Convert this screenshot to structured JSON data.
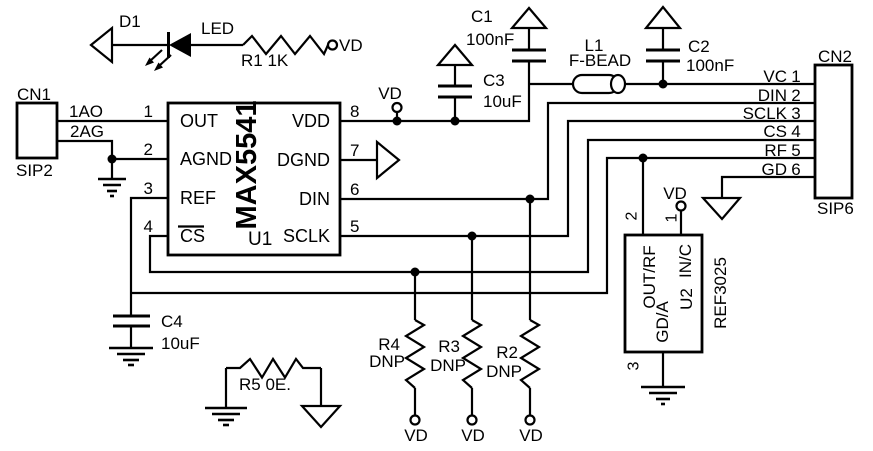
{
  "nets": {
    "vd": "VD"
  },
  "d1": {
    "ref": "D1",
    "label": "LED"
  },
  "r1": {
    "label": "R1 1K"
  },
  "r5": {
    "label": "R5 0E."
  },
  "r2": {
    "ref": "R2",
    "note": "DNP"
  },
  "r3": {
    "ref": "R3",
    "note": "DNP"
  },
  "r4": {
    "ref": "R4",
    "note": "DNP"
  },
  "c1": {
    "ref": "C1",
    "value": "100nF"
  },
  "c2": {
    "ref": "C2",
    "value": "100nF"
  },
  "c3": {
    "ref": "C3",
    "value": "10uF"
  },
  "c4": {
    "ref": "C4",
    "value": "10uF"
  },
  "l1": {
    "ref": "L1",
    "value": "F-BEAD"
  },
  "cn1": {
    "ref": "CN1",
    "package": "SIP2",
    "pin1_net": "1AO",
    "pin2_net": "2AG"
  },
  "cn2": {
    "ref": "CN2",
    "package": "SIP6",
    "pins": [
      {
        "net": "VC",
        "num": "1"
      },
      {
        "net": "DIN",
        "num": "2"
      },
      {
        "net": "SCLK",
        "num": "3"
      },
      {
        "net": "CS",
        "num": "4"
      },
      {
        "net": "RF",
        "num": "5"
      },
      {
        "net": "GD",
        "num": "6"
      }
    ]
  },
  "u1": {
    "part": "MAX5541",
    "ref": "U1",
    "left_pins": [
      {
        "name": "OUT",
        "num": "1"
      },
      {
        "name": "AGND",
        "num": "2"
      },
      {
        "name": "REF",
        "num": "3"
      },
      {
        "name": "CS",
        "num": "4"
      }
    ],
    "right_pins": [
      {
        "name": "VDD",
        "num": "8"
      },
      {
        "name": "DGND",
        "num": "7"
      },
      {
        "name": "DIN",
        "num": "6"
      },
      {
        "name": "SCLK",
        "num": "5"
      }
    ]
  },
  "u2": {
    "part": "REF3025",
    "ref": "U2",
    "pin_outrf": "OUT/RF",
    "pin_inc": "IN/C",
    "pin_gda": "GD/A",
    "num1": "1",
    "num2": "2",
    "num3": "3"
  }
}
